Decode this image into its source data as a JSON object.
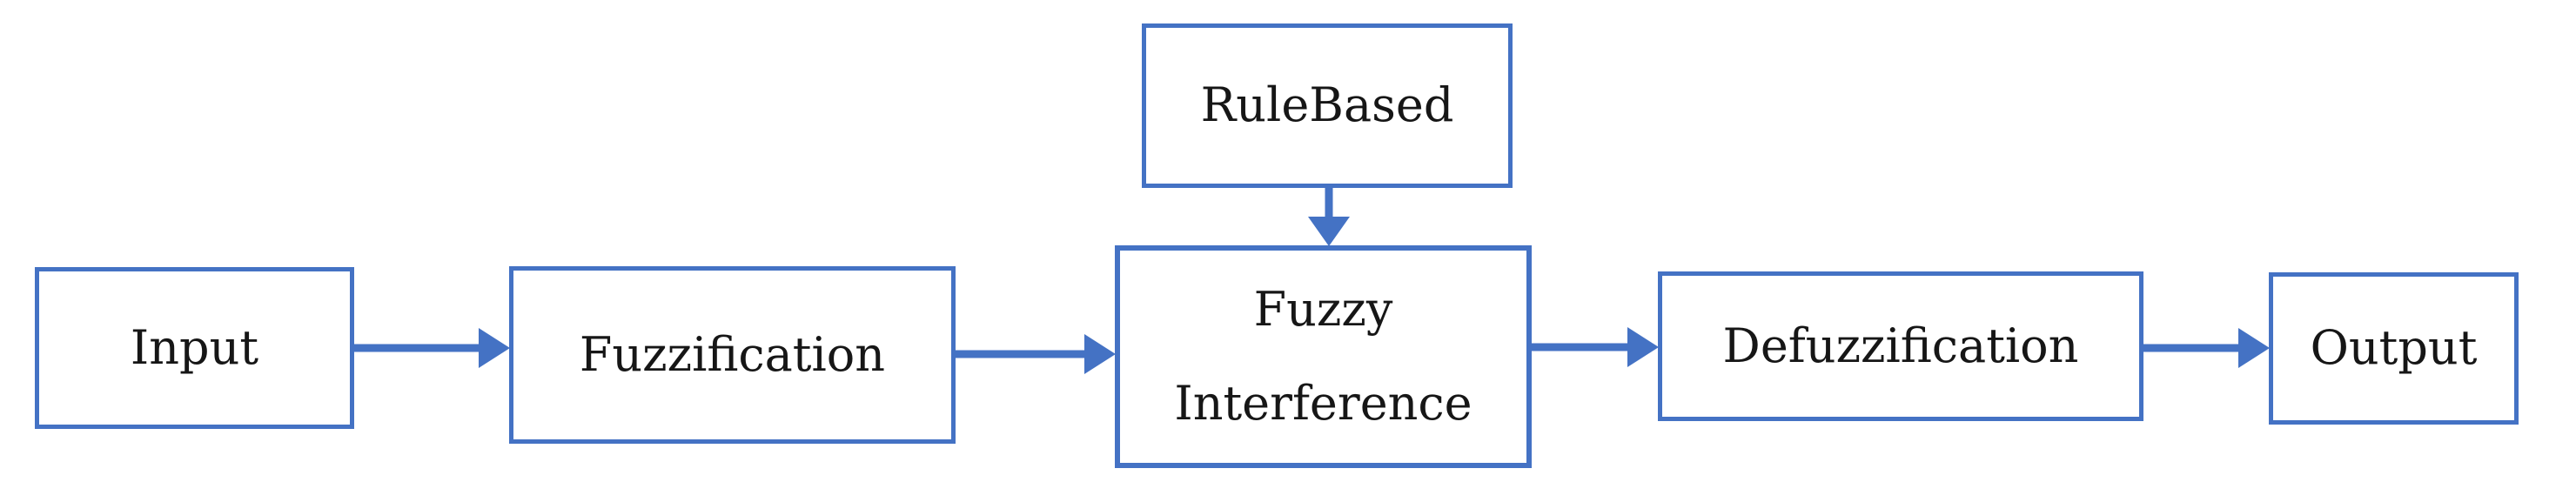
{
  "diagram": {
    "type": "flowchart",
    "accent_color": "#4472C4",
    "text_color": "#161616",
    "background_color": "#ffffff",
    "nodes": {
      "input": {
        "label": "Input"
      },
      "fuzzification": {
        "label": "Fuzzification"
      },
      "rulebased": {
        "label": "RuleBased"
      },
      "fuzzy_interference": {
        "label": "Fuzzy\nInterference"
      },
      "defuzzification": {
        "label": "Defuzzification"
      },
      "output": {
        "label": "Output"
      }
    },
    "edges": [
      {
        "from": "input",
        "to": "fuzzification",
        "direction": "right"
      },
      {
        "from": "fuzzification",
        "to": "fuzzy_interference",
        "direction": "right"
      },
      {
        "from": "rulebased",
        "to": "fuzzy_interference",
        "direction": "down"
      },
      {
        "from": "fuzzy_interference",
        "to": "defuzzification",
        "direction": "right"
      },
      {
        "from": "defuzzification",
        "to": "output",
        "direction": "right"
      }
    ]
  }
}
